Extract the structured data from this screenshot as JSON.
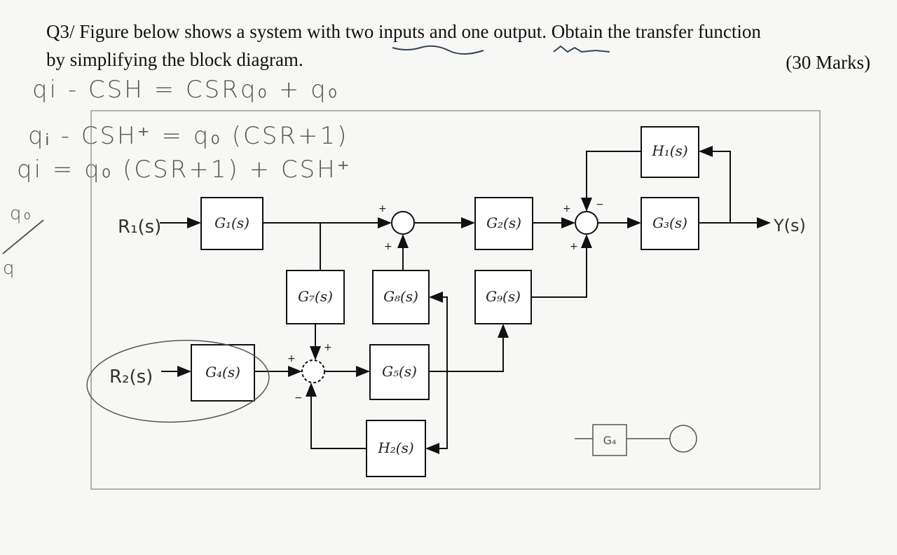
{
  "question": {
    "line1": "Q3/ Figure below shows a system with two inputs and one output. Obtain the transfer function",
    "line2": "by simplifying the block diagram.",
    "marks": "(30 Marks)"
  },
  "handwritten_notes": [
    "qi - CSH = CSRq₀ + q₀",
    "qᵢ - CSH⁺ = q₀ (CSR+1)",
    "qi = q₀ (CSR+1) + CSH⁺",
    "q₀",
    "q"
  ],
  "diagram": {
    "inputs": {
      "r1": "R₁(s)",
      "r2": "R₂(s)"
    },
    "output": "Y(s)",
    "blocks": {
      "g1": "G₁(s)",
      "g2": "G₂(s)",
      "g3": "G₃(s)",
      "h1": "H₁(s)",
      "g7": "G₇(s)",
      "g8": "G₈(s)",
      "g9": "G₉(s)",
      "g4": "G₄(s)",
      "g5": "G₅(s)",
      "h2": "H₂(s)",
      "g4_sketch": "G₄"
    },
    "signs": {
      "plus": "+",
      "minus": "−"
    }
  }
}
